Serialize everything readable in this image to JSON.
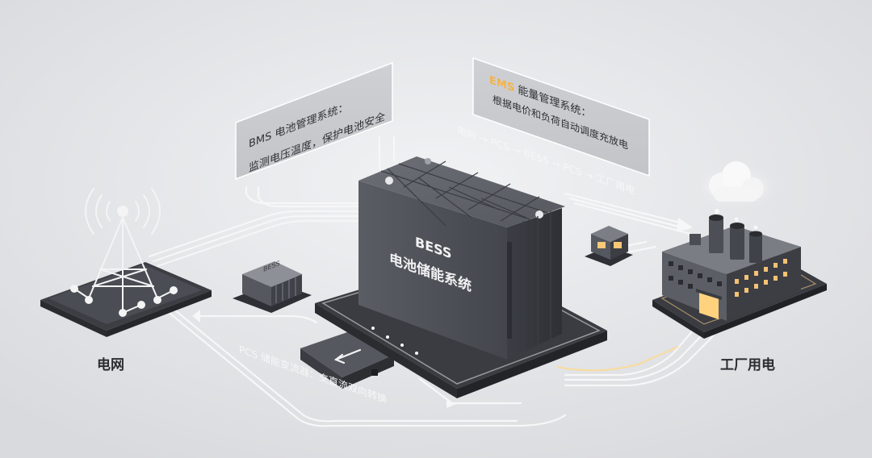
{
  "labels": {
    "grid": "电网",
    "factory": "工厂用电"
  },
  "bess": {
    "title": "BESS",
    "subtitle": "电池储能系统"
  },
  "mini_unit": {
    "text": "BESS"
  },
  "bms_panel": {
    "line1": "BMS 电池管理系统：",
    "line2": "监测电压温度，保护电池安全"
  },
  "ems_panel": {
    "prefix": "EMS",
    "line1_rest": " 能量管理系统：",
    "line2": "根据电价和负荷自动调度充放电"
  },
  "flow_text": "电网 → PCS → BESS → PCS → 工厂用电",
  "pcs_text": "PCS 储能变流器：交直流双向转换",
  "colors": {
    "accent": "#f2b34a",
    "dark_body": "#4b4e55"
  },
  "icons": [
    "radio-tower-icon",
    "cloud-icon",
    "factory-icon",
    "arrow-left-icon"
  ]
}
